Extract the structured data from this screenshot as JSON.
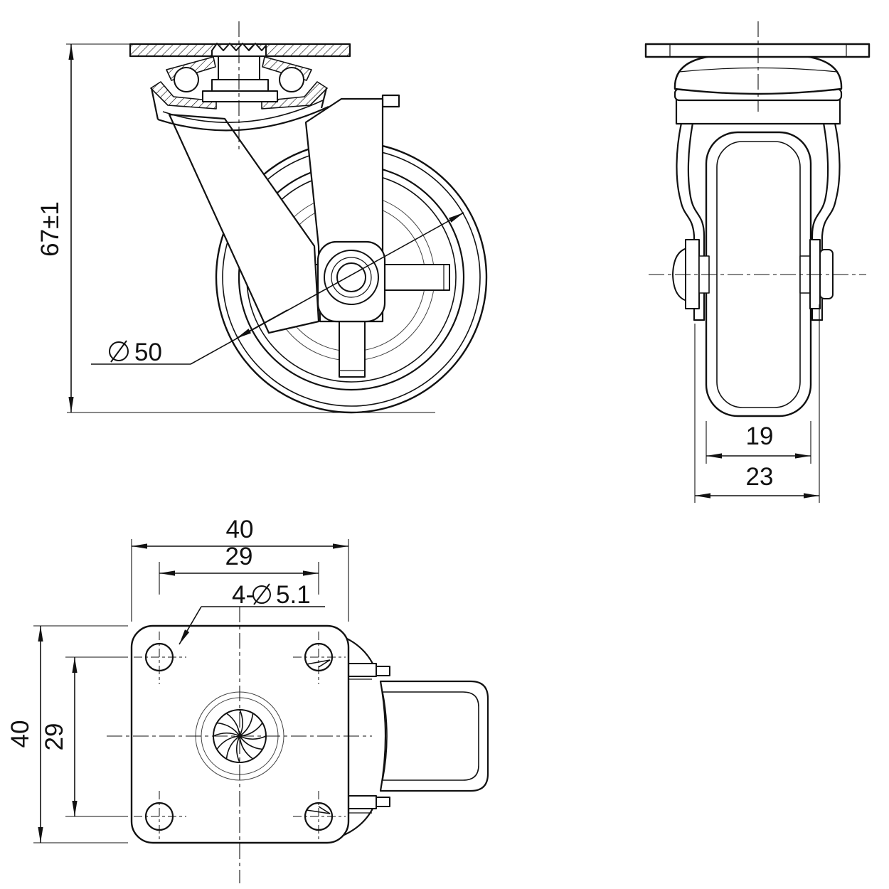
{
  "drawing": {
    "type": "technical-drawing",
    "subject": "swivel plate caster, three orthographic views",
    "background_color": "#ffffff",
    "line_color": "#111111",
    "views": {
      "front": {
        "label": "front-view",
        "dimensions": {
          "overall_height": "67±1",
          "wheel_diameter": {
            "symbol": "Ø",
            "value": "50"
          }
        }
      },
      "side": {
        "label": "side-view",
        "dimensions": {
          "wheel_width": "19",
          "fork_overall_width": "23"
        }
      },
      "bottom": {
        "label": "mounting-plate-view",
        "dimensions": {
          "plate_width": "40",
          "bolt_hole_spacing_width": "29",
          "plate_depth": "40",
          "bolt_hole_spacing_depth": "29",
          "bolt_holes": {
            "count_prefix": "4-",
            "symbol": "Ø",
            "diameter": "5.1"
          }
        }
      }
    }
  }
}
